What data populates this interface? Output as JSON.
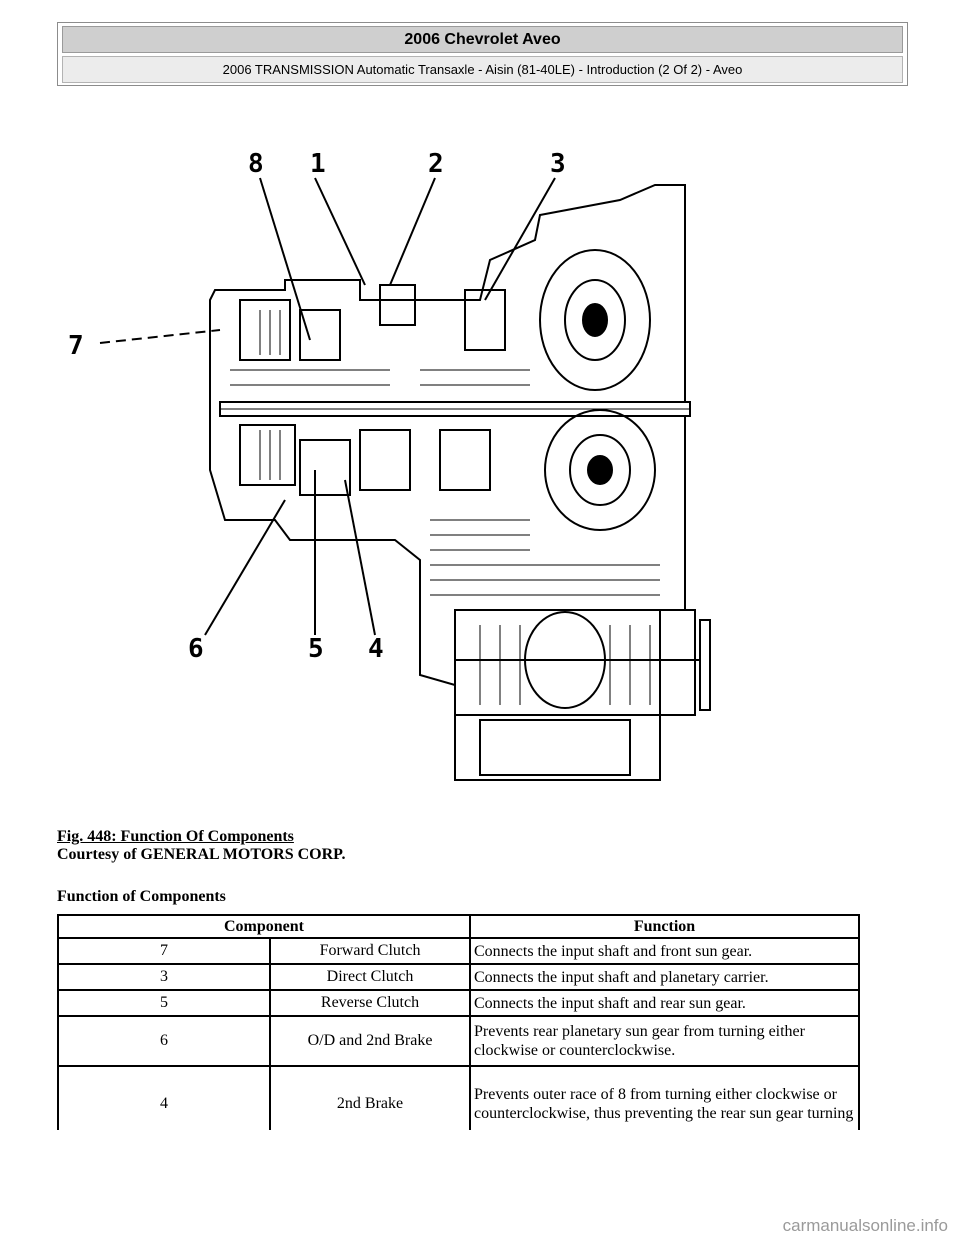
{
  "header": {
    "title": "2006 Chevrolet Aveo",
    "subtitle": "2006 TRANSMISSION Automatic Transaxle - Aisin (81-40LE) - Introduction (2 Of 2) - Aveo"
  },
  "figure": {
    "callouts": [
      "8",
      "1",
      "2",
      "3",
      "7",
      "6",
      "5",
      "4"
    ]
  },
  "caption": {
    "fig_title": "Fig. 448: Function Of Components",
    "courtesy": "Courtesy of GENERAL MOTORS CORP.",
    "table_title": "Function of Components"
  },
  "table": {
    "headers": [
      "Component",
      "Function"
    ],
    "rows": [
      {
        "num": "7",
        "name": "Forward Clutch",
        "function": "Connects the input shaft and front sun gear."
      },
      {
        "num": "3",
        "name": "Direct Clutch",
        "function": "Connects the input shaft and planetary carrier."
      },
      {
        "num": "5",
        "name": "Reverse Clutch",
        "function": "Connects the input shaft and rear sun gear."
      },
      {
        "num": "6",
        "name": "O/D and 2nd Brake",
        "function": "Prevents rear planetary sun gear from turning either clockwise or counterclockwise."
      },
      {
        "num": "4",
        "name": "2nd Brake",
        "function": "Prevents outer race of 8 from turning either clockwise or counterclockwise, thus preventing the rear sun gear turning"
      }
    ]
  },
  "watermark": "carmanualsonline.info"
}
